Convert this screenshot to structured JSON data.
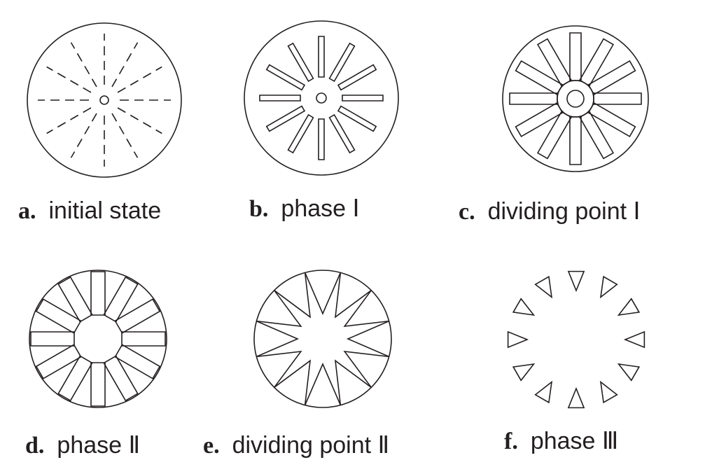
{
  "panels": [
    {
      "letter": "a.",
      "caption": "initial state"
    },
    {
      "letter": "b.",
      "caption": "phase Ⅰ"
    },
    {
      "letter": "c.",
      "caption": "dividing point Ⅰ"
    },
    {
      "letter": "d.",
      "caption": "phase Ⅱ"
    },
    {
      "letter": "e.",
      "caption": "dividing point Ⅱ"
    },
    {
      "letter": "f.",
      "caption": "phase Ⅲ"
    }
  ],
  "colors": {
    "stroke": "#231f20",
    "background": "#ffffff"
  }
}
